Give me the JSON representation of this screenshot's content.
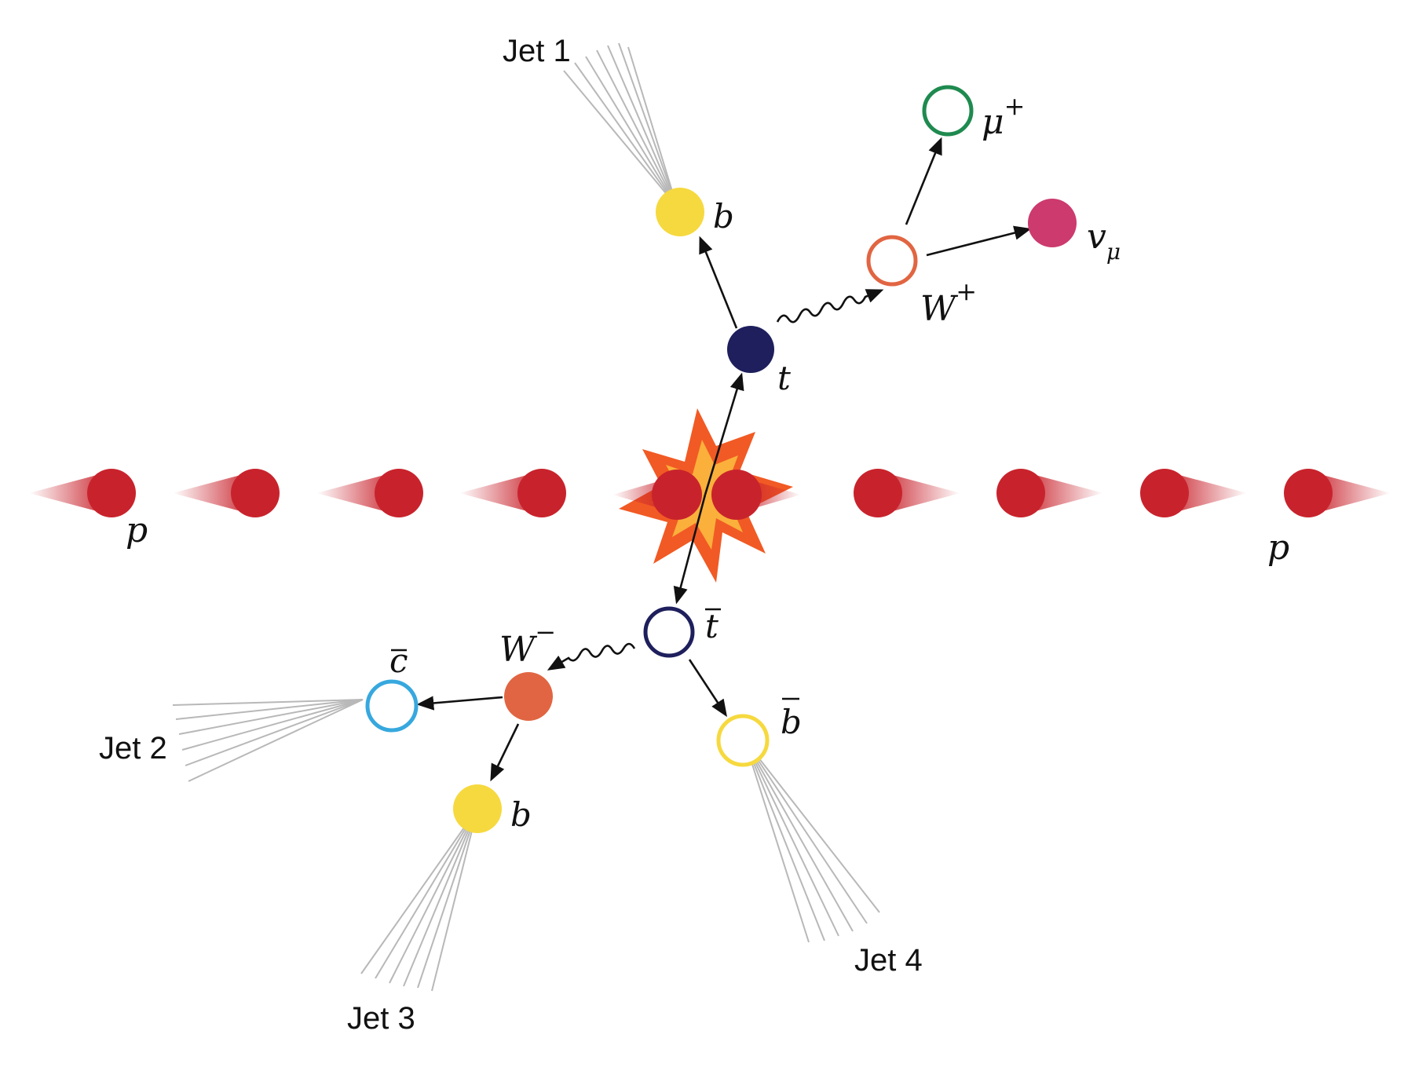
{
  "labels": {
    "jet1": "Jet 1",
    "jet2": "Jet 2",
    "jet3": "Jet 3",
    "jet4": "Jet 4",
    "b_top": "b",
    "b_bottom": "b",
    "t": "t",
    "tbar": "t",
    "bbar": "b",
    "cbar": "c",
    "wplus": "W",
    "wplus_sup": "+",
    "wminus": "W",
    "wminus_sup": "−",
    "muon": "μ",
    "muon_sup": "+",
    "nu": "v",
    "nu_sub": "μ",
    "p_left": "p",
    "p_right": "p"
  },
  "colors": {
    "proton": "#c8232c",
    "top_quark": "#1e1f5c",
    "b_quark": "#f6d93f",
    "w_boson": "#e16542",
    "muon": "#1f8a4f",
    "neutrino": "#cc3a6e",
    "charm": "#37a8de",
    "explosion_outer": "#f15a24",
    "explosion_inner": "#fbb03b"
  }
}
